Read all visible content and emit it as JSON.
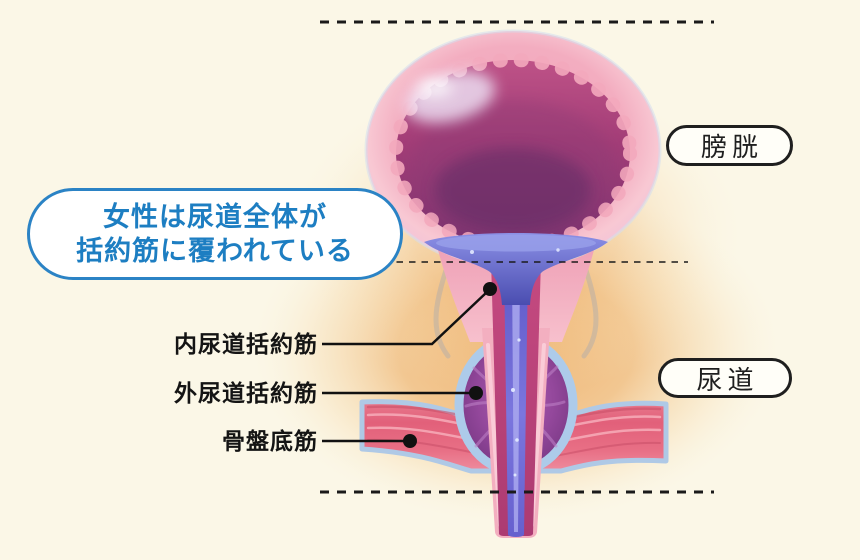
{
  "page": {
    "bg_color": "#FBF7E7"
  },
  "callout": {
    "line1": "女性は尿道全体が",
    "line2": "括約筋に覆われている",
    "text_color": "#1D7EC2",
    "border_color": "#2B83C5",
    "bg_color": "#FFFFFF"
  },
  "labels": {
    "internal_sphincter": {
      "text": "内尿道括約筋"
    },
    "external_sphincter": {
      "text": "外尿道括約筋"
    },
    "pelvic_floor": {
      "text": "骨盤底筋"
    }
  },
  "tags": {
    "bladder": {
      "text": "膀胱"
    },
    "urethra": {
      "text": "尿道"
    }
  },
  "illustration": {
    "name": "female-bladder-urethra-cross-section",
    "glow_color": "#EFB271",
    "bladder_outer_color": "#F3ADC0",
    "bladder_inner_color": "#8A3A74",
    "urethra_channel_color": "#6E68D2",
    "sphincter_color": "#94489C",
    "pelvic_floor_color": "#E2607A",
    "outline_color": "#1A1A1A"
  }
}
